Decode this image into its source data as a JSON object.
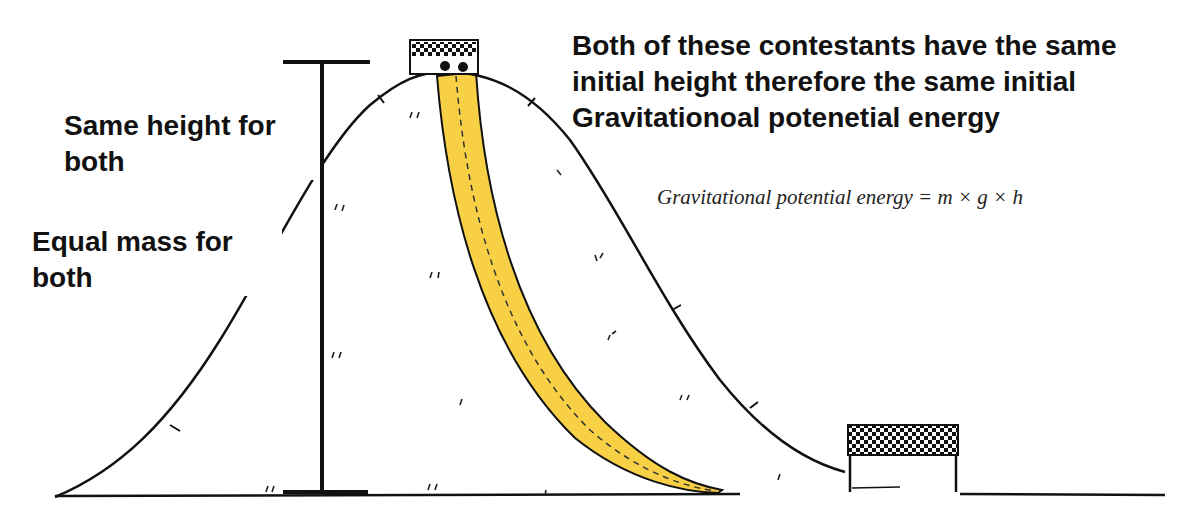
{
  "diagram": {
    "labels": [
      "Same height for both",
      "Equal mass for both",
      "Both of these contestants have the same initial height therefore the same initial Gravitationoal potenetial energy",
      "Gravitational potential energy = m × g × h"
    ]
  }
}
